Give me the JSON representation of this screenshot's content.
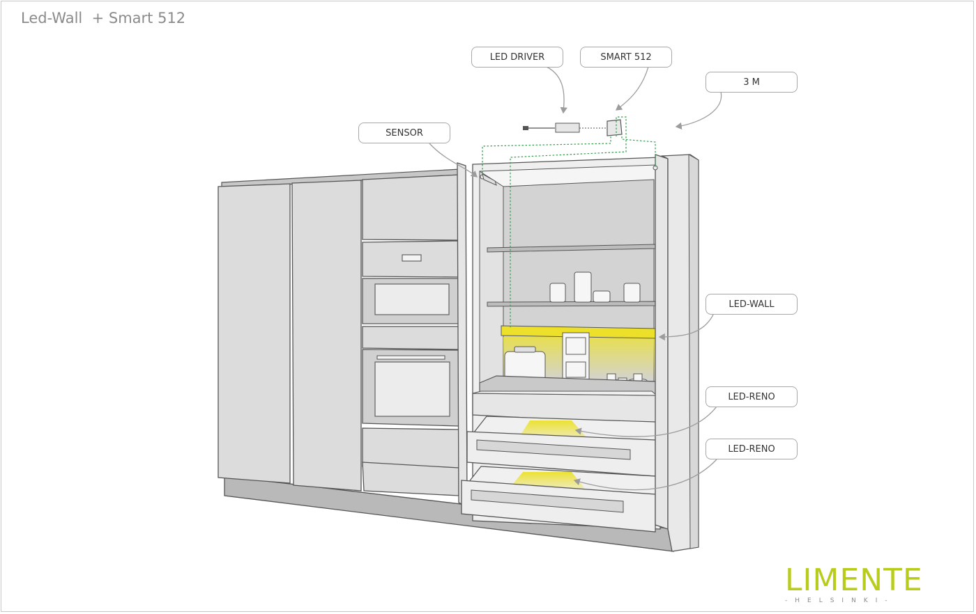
{
  "title": "Led-Wall  + Smart 512",
  "callouts": {
    "led_driver": "LED DRIVER",
    "smart_512": "SMART 512",
    "three_m": "3 M",
    "sensor": "SENSOR",
    "led_wall": "LED-WALL",
    "led_reno_1": "LED-RENO",
    "led_reno_2": "LED-RENO"
  },
  "logo": {
    "main": "LIMENTE",
    "sub": "-HELSINKI-"
  },
  "colors": {
    "cabinet_fill": "#dcdcdc",
    "cabinet_stroke": "#555555",
    "interior": "#d2d2d2",
    "wire": "#2e9e46",
    "led_light": "#ece02a",
    "logo": "#b8cc1c",
    "callout_border": "#a7a7a7"
  }
}
